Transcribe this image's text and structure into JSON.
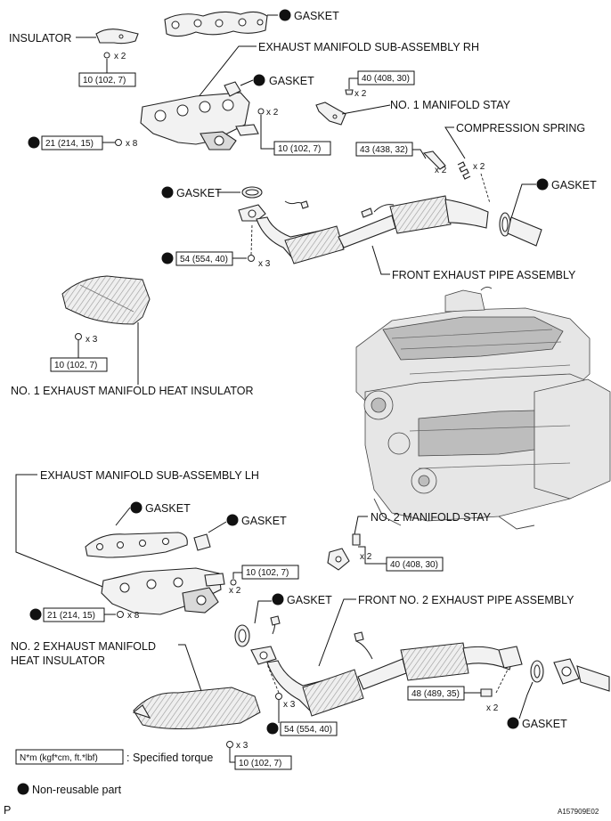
{
  "labels": {
    "gasket": "GASKET",
    "insulator": "INSULATOR",
    "exhaust_manifold_rh": "EXHAUST MANIFOLD SUB-ASSEMBLY RH",
    "no1_manifold_stay": "NO. 1 MANIFOLD STAY",
    "compression_spring": "COMPRESSION SPRING",
    "front_exhaust_pipe": "FRONT EXHAUST PIPE ASSEMBLY",
    "no1_heat_insulator": "NO. 1 EXHAUST MANIFOLD HEAT INSULATOR",
    "exhaust_manifold_lh": "EXHAUST MANIFOLD SUB-ASSEMBLY LH",
    "no2_manifold_stay": "NO. 2 MANIFOLD STAY",
    "front_no2_exhaust_pipe": "FRONT NO. 2 EXHAUST PIPE ASSEMBLY",
    "no2_heat_insulator_line1": "NO. 2 EXHAUST MANIFOLD",
    "no2_heat_insulator_line2": "HEAT INSULATOR"
  },
  "torques": {
    "t10": "10 (102, 7)",
    "t21": "21 (214, 15)",
    "t40": "40 (408, 30)",
    "t43": "43 (438, 32)",
    "t54": "54 (554, 40)",
    "t48": "48 (489, 35)"
  },
  "quantities": {
    "x2": "x 2",
    "x3": "x 3",
    "x8": "x 8"
  },
  "legend": {
    "torque_box": "N*m (kgf*cm, ft.*lbf)",
    "torque_desc": ": Specified torque",
    "non_reusable": "Non-reusable part"
  },
  "footer": {
    "left_mark": "P",
    "figure_id": "A157909E02"
  }
}
